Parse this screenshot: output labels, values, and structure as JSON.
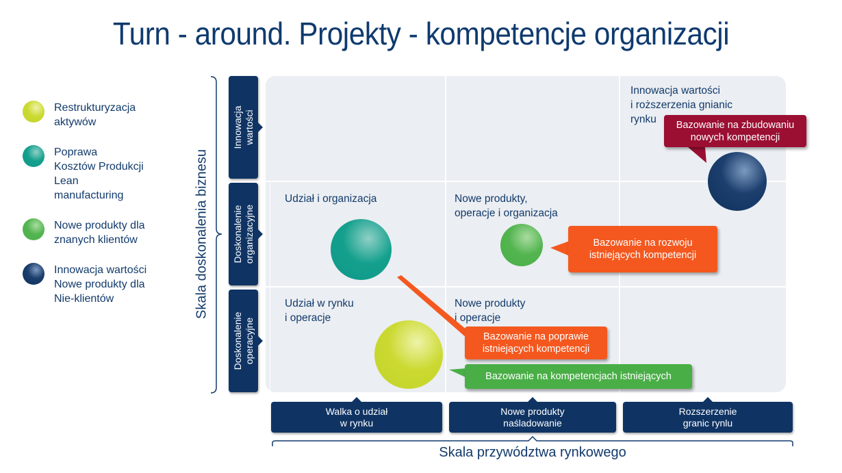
{
  "title": "Turn - around. Projekty - kompetencje organizacji",
  "legend": [
    {
      "label": "Restrukturyzacja\naktywów",
      "color": "#cbd931",
      "icon": "yellow-ball-icon"
    },
    {
      "label": "Poprawa\nKosztów Produkcji\nLean\nmanufacturing",
      "color": "#14a08d",
      "icon": "teal-ball-icon"
    },
    {
      "label": "Nowe produkty dla\nznanych klientów",
      "color": "#53b550",
      "icon": "green-ball-icon"
    },
    {
      "label": "Innowacja wartości\nNowe produkty dla\nNie-klientów",
      "color": "#1c3f6e",
      "icon": "navy-ball-icon"
    }
  ],
  "y_axis": {
    "title": "Skala doskonalenia biznesu",
    "rows": [
      "Innowacja\nwartości",
      "Doskonalenie\norganizacyjne",
      "Doskonalenie\noperacyjne"
    ]
  },
  "x_axis": {
    "title": "Skala przywództwa rynkowego",
    "columns": [
      "Walka o udział\nw rynku",
      "Nowe produkty\nnaśladowanie",
      "Rozszerzenie\ngranic rynlu"
    ]
  },
  "cells": {
    "top_right": "Innowacja wartości\ni roższerzenia gnianic\nrynku",
    "mid_left": "Udział i organizacja",
    "mid_center": "Nowe produkty,\noperacje i organizacja",
    "bottom_left": "Udział w rynku\ni operacje",
    "bottom_center": "Nowe produkty\ni operacje"
  },
  "callouts": {
    "navy": {
      "text": "Bazowanie na zbudowaniu\nnowych kompetencji",
      "color": "#9b0f33"
    },
    "green": {
      "text": "Bazowanie na rozwoju\nistniejących kompetencji",
      "color": "#f4581f"
    },
    "teal": {
      "text": "Bazowanie na poprawie\nistniejących kompetencji",
      "color": "#f4581f"
    },
    "yellow": {
      "text": "Bazowanie na kompetencjach istniejących",
      "color": "#4aae47"
    }
  },
  "colors": {
    "navy_dark": "#0f3464",
    "grid_bg": "#ebeef2",
    "text": "#123a6b"
  }
}
